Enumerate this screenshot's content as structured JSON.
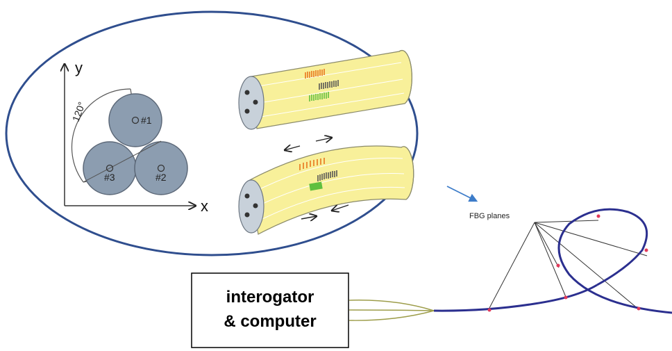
{
  "cross_section": {
    "axis_x_label": "x",
    "axis_y_label": "y",
    "angle_label": "120°",
    "cores": [
      {
        "label": "#1"
      },
      {
        "label": "#2"
      },
      {
        "label": "#3"
      }
    ]
  },
  "fbg_label": "FBG planes",
  "box_label_line1": "interogator",
  "box_label_line2": "& computer",
  "colors": {
    "ellipse_border": "#2f4e8e",
    "core_fill": "#8c9db0",
    "fiber_fill": "#f8f09a",
    "loop_fiber": "#2b2f8f",
    "grating_orange": "#e8741e",
    "grating_green": "#5fbf3f",
    "grating_gray": "#666666",
    "arrow_blue": "#3d7cc9",
    "fbg_mark": "#e23a5a"
  }
}
